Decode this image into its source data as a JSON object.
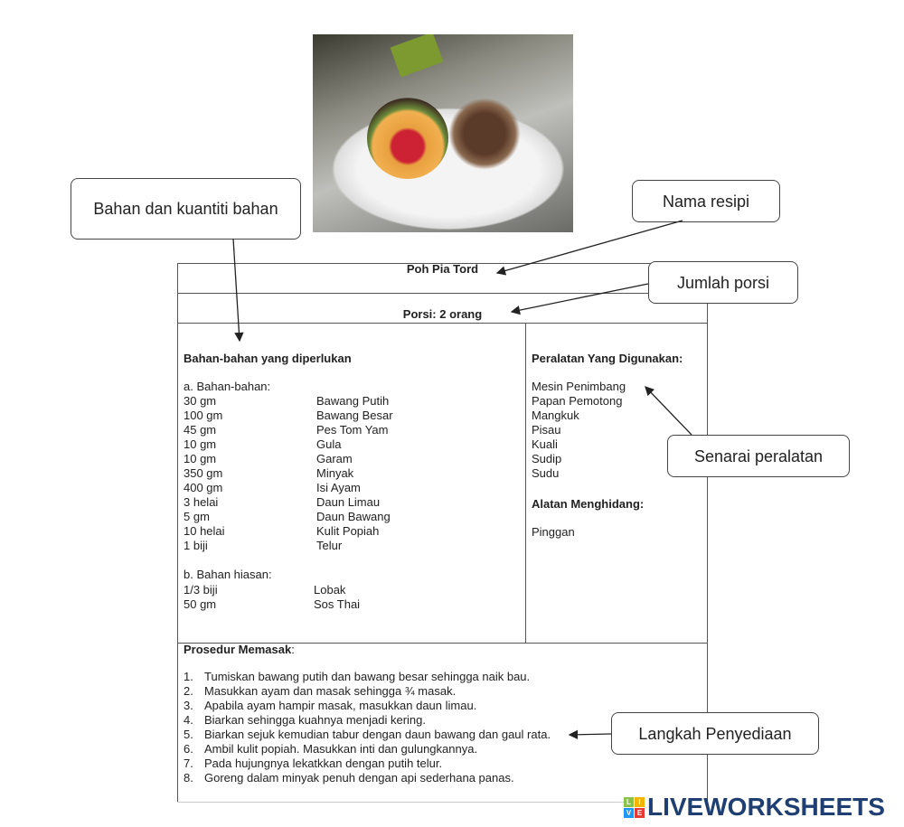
{
  "recipe": {
    "title": "Poh Pia Tord",
    "portion": "Porsi: 2 orang",
    "ingredients_heading": "Bahan-bahan yang diperlukan",
    "main_label": "a. Bahan-bahan:",
    "main_items": [
      {
        "qty": "30 gm",
        "name": "Bawang Putih"
      },
      {
        "qty": "100 gm",
        "name": "Bawang Besar"
      },
      {
        "qty": "45 gm",
        "name": "Pes Tom Yam"
      },
      {
        "qty": "10 gm",
        "name": "Gula"
      },
      {
        "qty": "10 gm",
        "name": "Garam"
      },
      {
        "qty": "350 gm",
        "name": "Minyak"
      },
      {
        "qty": "400 gm",
        "name": "Isi Ayam"
      },
      {
        "qty": "3 helai",
        "name": "Daun Limau"
      },
      {
        "qty": "5 gm",
        "name": "Daun Bawang"
      },
      {
        "qty": "10 helai",
        "name": "Kulit Popiah"
      },
      {
        "qty": "1 biji",
        "name": "Telur"
      }
    ],
    "garnish_label": "b. Bahan hiasan:",
    "garnish_items": [
      {
        "qty": "1/3 biji",
        "name": "Lobak"
      },
      {
        "qty": "50 gm",
        "name": "Sos Thai"
      }
    ],
    "tools_heading": "Peralatan Yang Digunakan:",
    "tools": [
      "Mesin Penimbang",
      "Papan Pemotong",
      "Mangkuk",
      "Pisau",
      "Kuali",
      "Sudip",
      "Sudu"
    ],
    "serving_heading": "Alatan Menghidang:",
    "serving": [
      "Pinggan"
    ],
    "procedure_heading": "Prosedur Memasak",
    "procedure_colon": ":",
    "steps": [
      "Tumiskan bawang putih dan bawang besar sehingga naik bau.",
      "Masukkan ayam dan masak sehingga ¾ masak.",
      "Apabila ayam hampir masak, masukkan daun limau.",
      "Biarkan sehingga kuahnya menjadi kering.",
      "Biarkan sejuk kemudian tabur dengan daun bawang dan gaul rata.",
      "Ambil kulit popiah. Masukkan inti dan gulungkannya.",
      "Pada hujungnya lekatkkan dengan putih telur.",
      "Goreng dalam minyak penuh dengan api sederhana panas."
    ]
  },
  "callouts": {
    "ingredients": "Bahan dan kuantiti bahan",
    "recipe_name": "Nama resipi",
    "portion": "Jumlah porsi",
    "tools": "Senarai peralatan",
    "steps": "Langkah Penyediaan"
  },
  "logo": {
    "text": "LIVEWORKSHEETS",
    "tiles": [
      "L",
      "I",
      "V",
      "E"
    ]
  }
}
